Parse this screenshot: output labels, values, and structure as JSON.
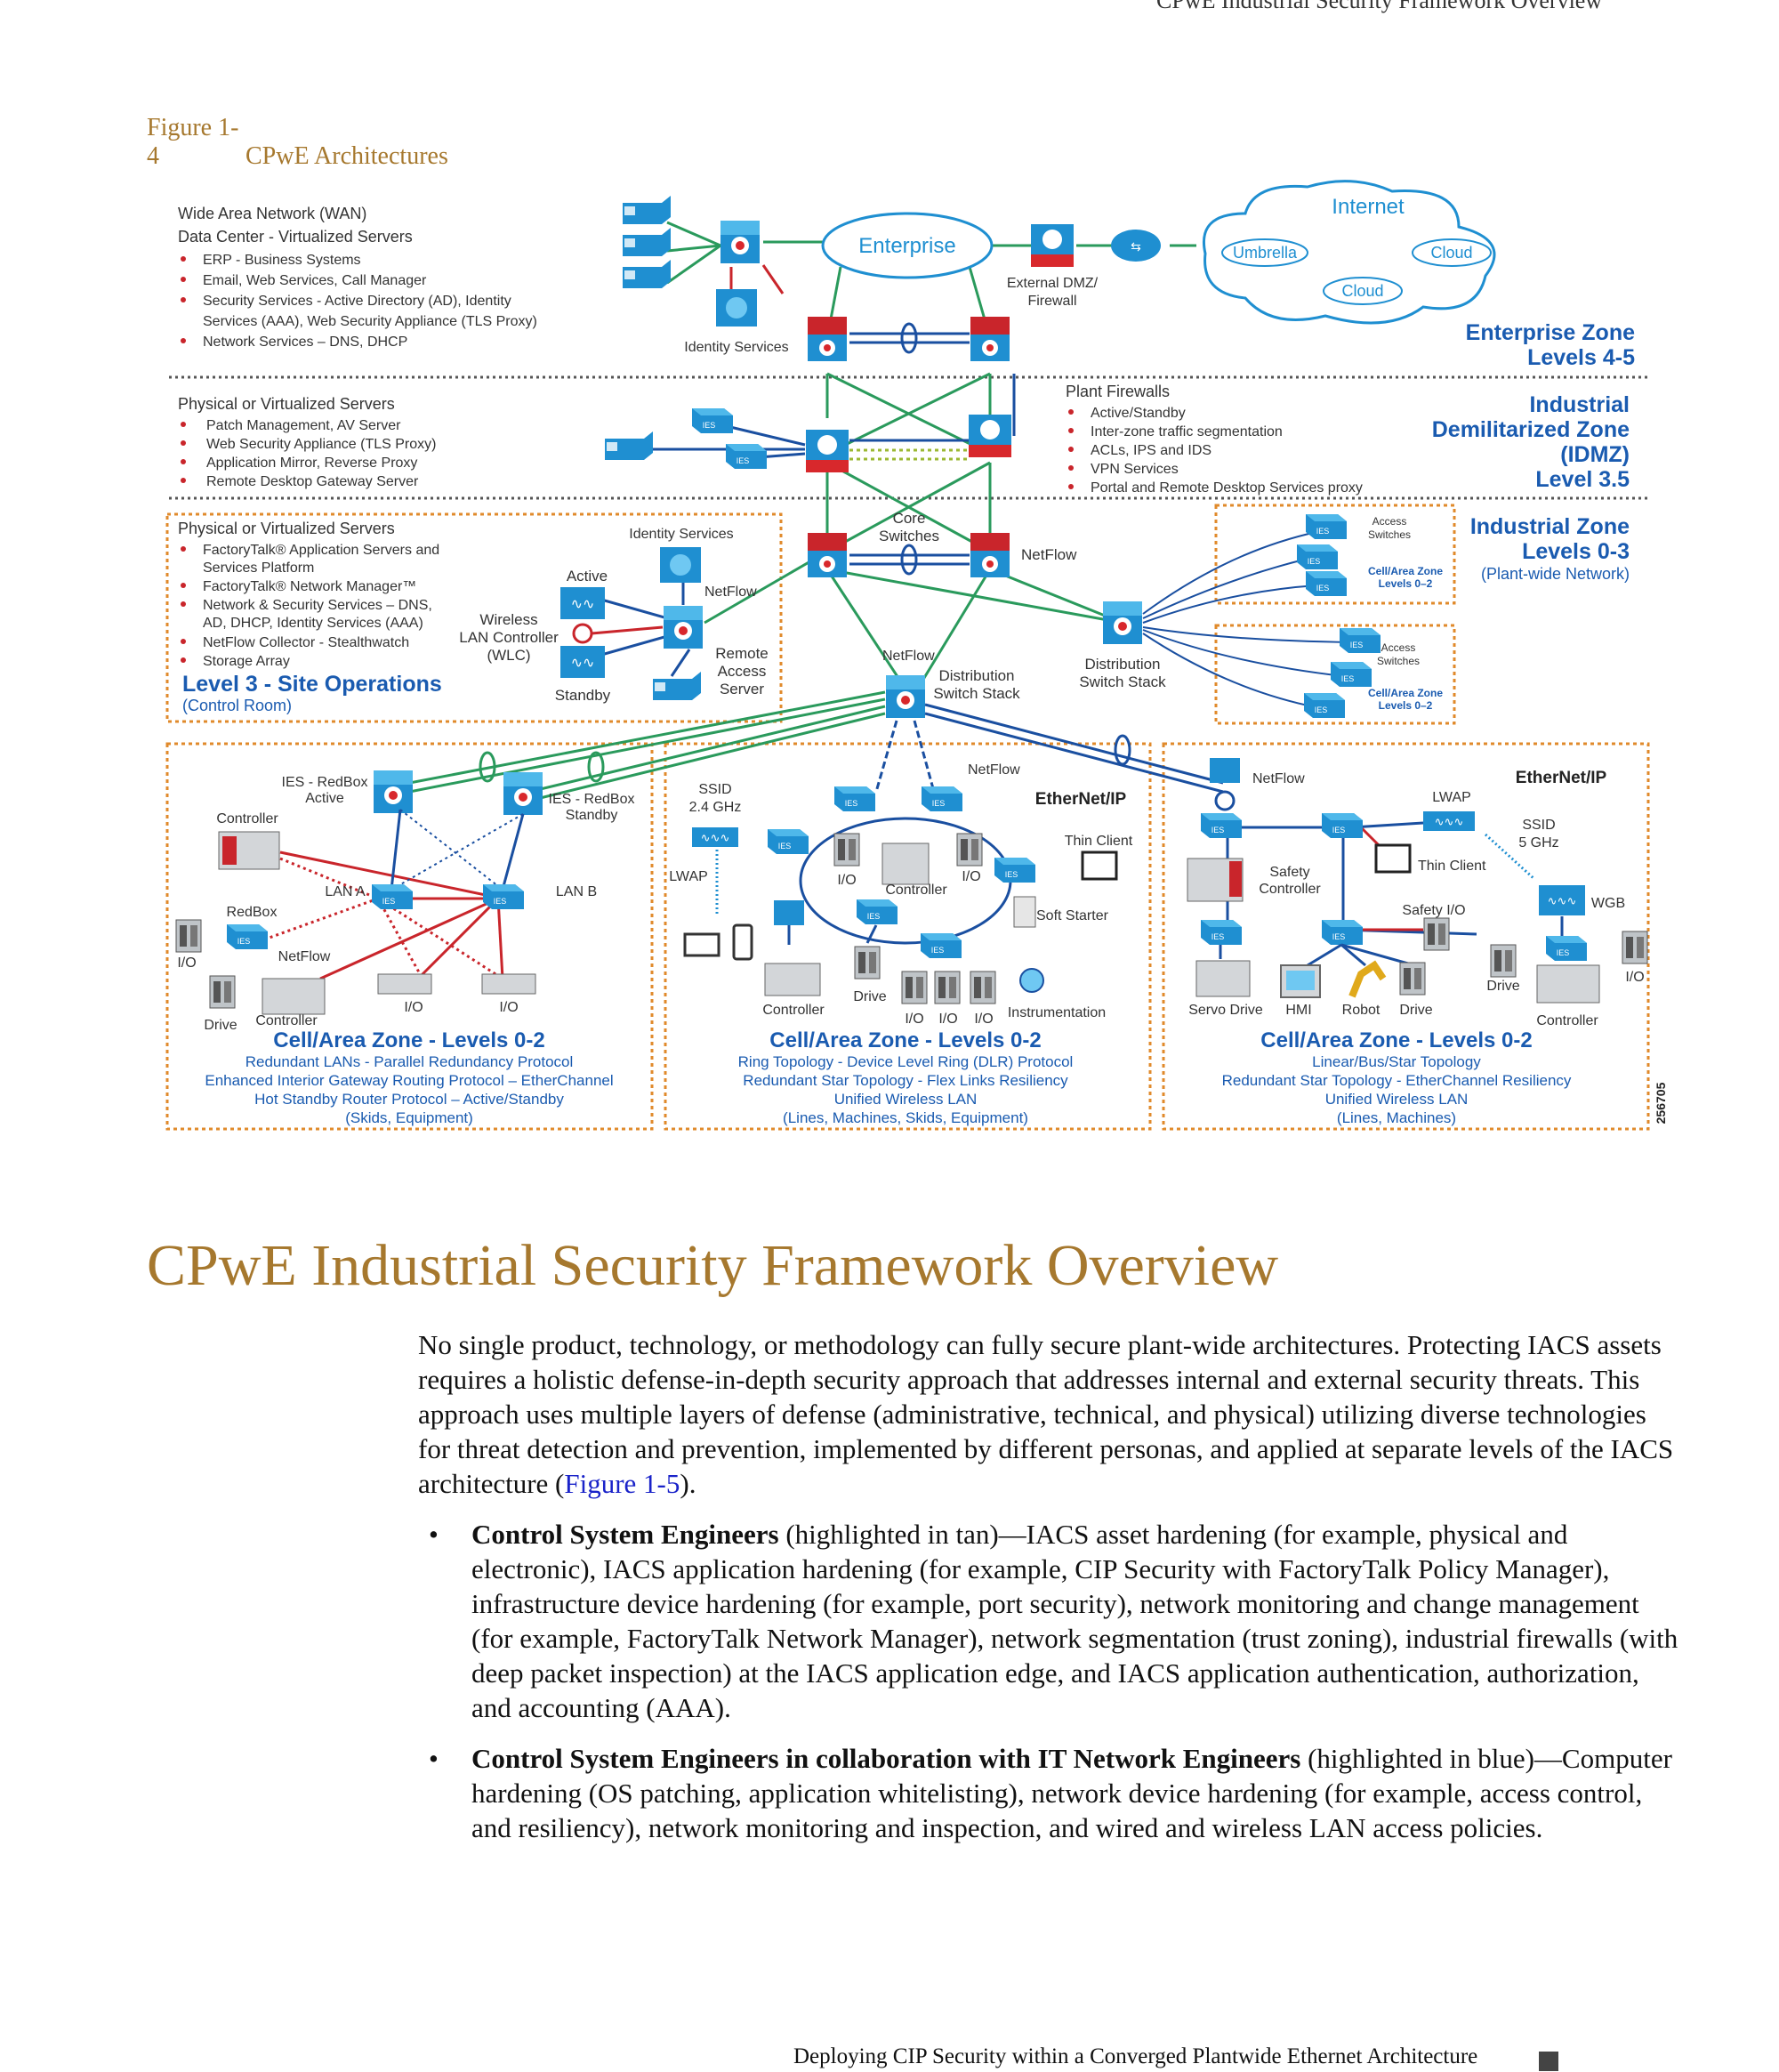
{
  "running_header": "CPwE Industrial Security Framework Overview",
  "figure": {
    "number": "Figure 1-4",
    "title": "CPwE Architectures",
    "id": "256705",
    "enterprise": {
      "lines": [
        "Wide Area Network (WAN)",
        "Data Center - Virtualized Servers"
      ],
      "bullets": [
        "ERP - Business Systems",
        "Email, Web Services, Call Manager",
        "Security Services - Active Directory (AD), Identity",
        "Services (AAA), Web Security Appliance (TLS Proxy)",
        "Network Services – DNS, DHCP"
      ],
      "cloud_enterprise": "Enterprise",
      "internet": "Internet",
      "umbrella": "Umbrella",
      "cloud1": "Cloud",
      "cloud2": "Cloud",
      "identity_services": "Identity Services",
      "external_dmz_1": "External DMZ/",
      "external_dmz_2": "Firewall",
      "zone_1": "Enterprise Zone",
      "zone_2": "Levels 4-5"
    },
    "idmz": {
      "heading": "Physical or Virtualized Servers",
      "bullets": [
        "Patch Management, AV Server",
        "Web Security Appliance (TLS Proxy)",
        "Application Mirror, Reverse Proxy",
        "Remote Desktop Gateway Server"
      ],
      "plant_firewalls": "Plant Firewalls",
      "fw_bullets": [
        "Active/Standby",
        "Inter-zone traffic segmentation",
        "ACLs, IPS and IDS",
        "VPN Services",
        "Portal and Remote Desktop Services proxy"
      ],
      "zone_1": "Industrial",
      "zone_2": "Demilitarized Zone",
      "zone_3": "(IDMZ)",
      "zone_4": "Level 3.5"
    },
    "level3": {
      "heading": "Physical or Virtualized Servers",
      "bullets": [
        "FactoryTalk® Application Servers and",
        "Services Platform",
        "FactoryTalk® Network Manager™",
        "Network & Security Services – DNS,",
        "AD, DHCP, Identity Services (AAA)",
        "NetFlow Collector - Stealthwatch",
        "Storage Array"
      ],
      "title": "Level 3 - Site Operations",
      "subtitle": "(Control Room)",
      "identity_services": "Identity Services",
      "active": "Active",
      "standby": "Standby",
      "wlc_1": "Wireless",
      "wlc_2": "LAN Controller",
      "wlc_3": "(WLC)",
      "netflow": "NetFlow",
      "remote_1": "Remote",
      "remote_2": "Access",
      "remote_3": "Server",
      "core_1": "Core",
      "core_2": "Switches",
      "core_netflow": "NetFlow",
      "dist_netflow": "NetFlow",
      "dist_stack_1": "Distribution",
      "dist_stack_2": "Switch Stack",
      "dist_switch_1": "Distribution",
      "dist_switch_2": "Switch Stack",
      "zone_1": "Industrial Zone",
      "zone_2": "Levels 0-3",
      "zone_3": "(Plant-wide Network)",
      "access_1a": "Access",
      "access_1b": "Switches",
      "cellzone_1a": "Cell/Area Zone",
      "cellzone_1b": "Levels 0–2",
      "access_2a": "Access",
      "access_2b": "Switches",
      "cellzone_2a": "Cell/Area Zone",
      "cellzone_2b": "Levels 0–2"
    },
    "cell1": {
      "redbox_active_1": "IES - RedBox",
      "redbox_active_2": "Active",
      "redbox_standby_1": "IES - RedBox",
      "redbox_standby_2": "Standby",
      "controller": "Controller",
      "lan_a": "LAN A",
      "lan_b": "LAN B",
      "redbox": "RedBox",
      "io_left": "I/O",
      "netflow": "NetFlow",
      "drive": "Drive",
      "controller2": "Controller",
      "io1": "I/O",
      "io2": "I/O",
      "title": "Cell/Area Zone - Levels 0-2",
      "lines": [
        "Redundant LANs - Parallel Redundancy Protocol",
        "Enhanced Interior Gateway Routing Protocol – EtherChannel",
        "Hot Standby Router Protocol – Active/Standby",
        "(Skids, Equipment)"
      ]
    },
    "cell2": {
      "ssid_1": "SSID",
      "ssid_2": "2.4 GHz",
      "netflow": "NetFlow",
      "ethernetip": "EtherNet/IP",
      "thin_client": "Thin Client",
      "lwap": "LWAP",
      "io1": "I/O",
      "io2": "I/O",
      "controller": "Controller",
      "soft_starter": "Soft Starter",
      "drive": "Drive",
      "controller2": "Controller",
      "io3": "I/O",
      "io4": "I/O",
      "io5": "I/O",
      "instrumentation": "Instrumentation",
      "title": "Cell/Area Zone - Levels 0-2",
      "lines": [
        "Ring Topology - Device Level Ring (DLR) Protocol",
        "Redundant Star Topology - Flex Links Resiliency",
        "Unified Wireless LAN",
        "(Lines, Machines, Skids, Equipment)"
      ]
    },
    "cell3": {
      "netflow": "NetFlow",
      "ethernetip": "EtherNet/IP",
      "lwap": "LWAP",
      "ssid_1": "SSID",
      "ssid_2": "5 GHz",
      "thin_client": "Thin Client",
      "safety_1": "Safety",
      "safety_2": "Controller",
      "safety_io": "Safety I/O",
      "wgb": "WGB",
      "io": "I/O",
      "drive_r": "Drive",
      "servo": "Servo Drive",
      "hmi": "HMI",
      "robot": "Robot",
      "drive": "Drive",
      "controller": "Controller",
      "title": "Cell/Area Zone - Levels 0-2",
      "lines": [
        "Linear/Bus/Star Topology",
        "Redundant Star Topology - EtherChannel Resiliency",
        "Unified Wireless LAN",
        "(Lines, Machines)"
      ]
    }
  },
  "section": {
    "title": "CPwE Industrial Security Framework Overview",
    "intro_text": "No single product, technology, or methodology can fully secure plant-wide architectures. Protecting IACS assets requires a holistic defense-in-depth security approach that addresses internal and external security threats. This approach uses multiple layers of defense (administrative, technical, and physical) utilizing diverse technologies for threat detection and prevention, implemented by different personas, and applied at separate levels of the IACS architecture (",
    "intro_link": "Figure 1-5",
    "intro_end": ").",
    "bullets": [
      {
        "bold": "Control System Engineers",
        "text": " (highlighted in tan)—IACS asset hardening (for example, physical and electronic), IACS application hardening (for example, CIP Security with FactoryTalk Policy Manager), infrastructure device hardening (for example, port security), network monitoring and change management (for example, FactoryTalk Network Manager), network segmentation (trust zoning), industrial firewalls (with deep packet inspection) at the IACS application edge, and IACS application authentication, authorization, and accounting (AAA)."
      },
      {
        "bold": "Control System Engineers in collaboration with IT Network Engineers",
        "text": " (highlighted in blue)—Computer hardening (OS patching, application whitelisting), network device hardening (for example, access control, and resiliency), network monitoring and inspection, and wired and wireless LAN access policies."
      }
    ]
  },
  "footer": "Deploying CIP Security within a Converged Plantwide Ethernet Architecture"
}
